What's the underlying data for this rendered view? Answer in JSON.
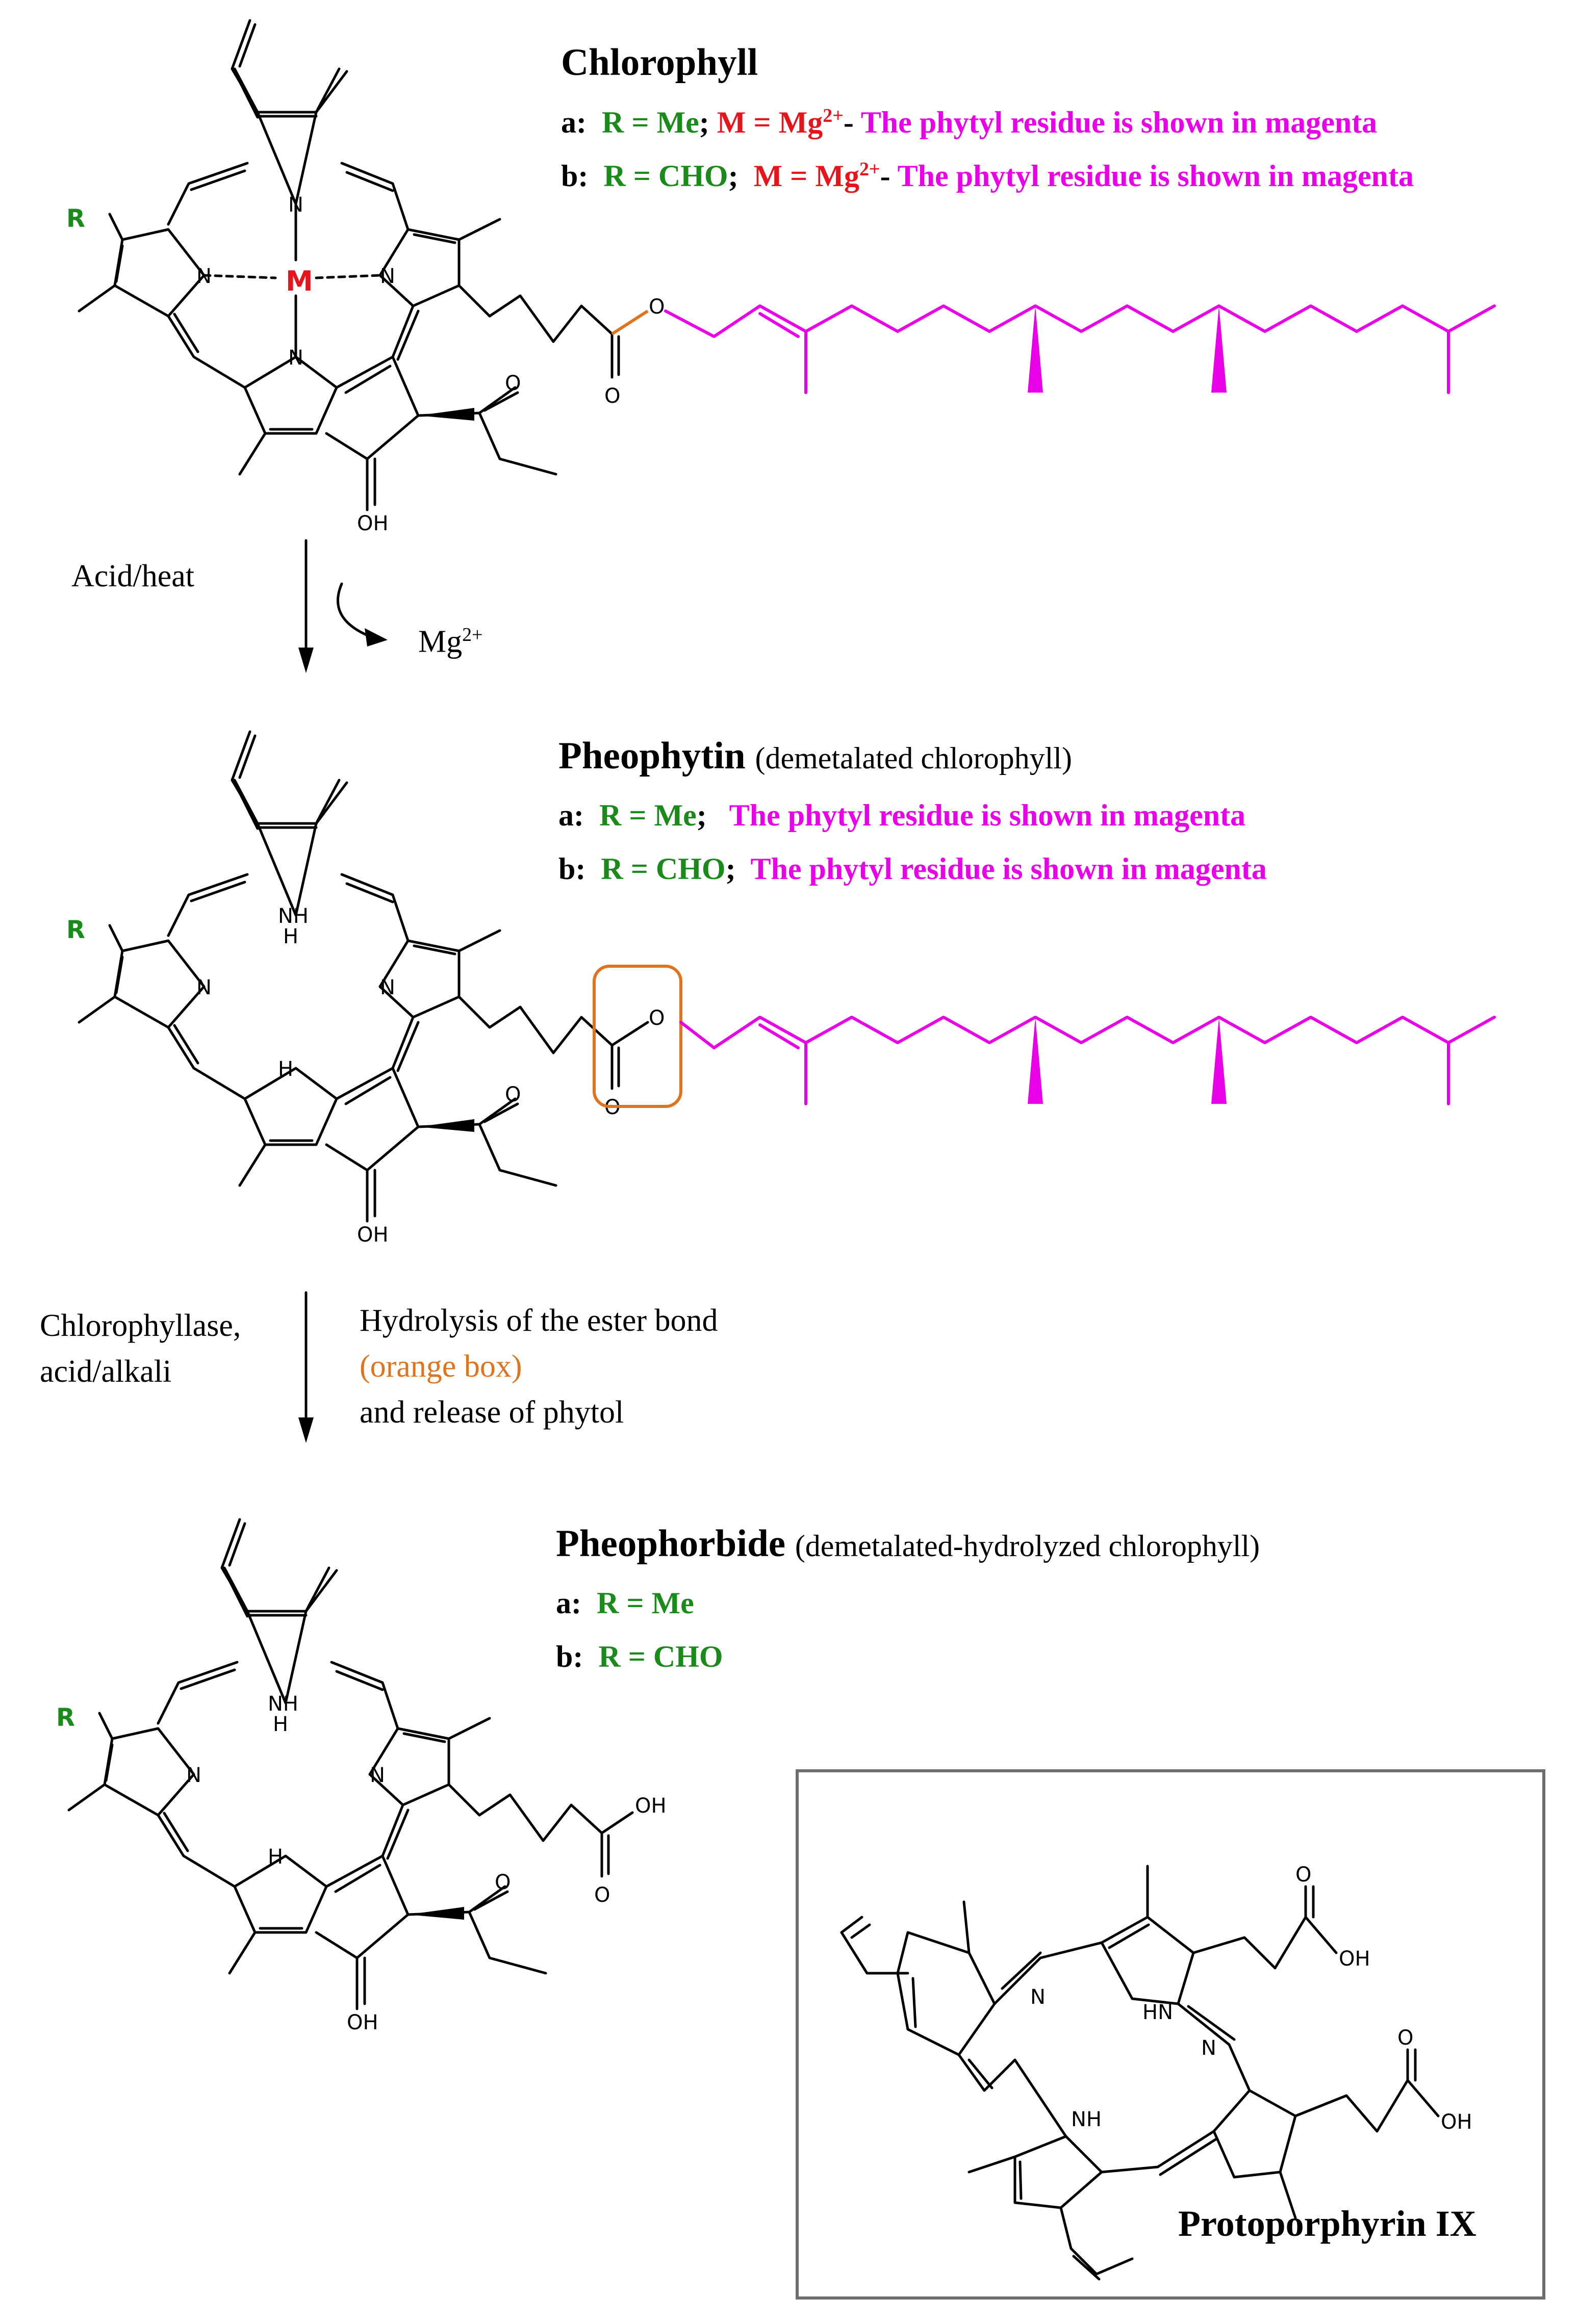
{
  "colors": {
    "green": "#1a8a1a",
    "red": "#e8141b",
    "magenta": "#ea00e8",
    "orange": "#e0731e",
    "box_border": "#6e6e6e"
  },
  "atoms": {
    "C": "C",
    "N": "N",
    "NH": "NH",
    "H": "H",
    "HN": "HN",
    "O": "O",
    "OH": "OH",
    "R": "R",
    "M": "M"
  },
  "chlorophyll": {
    "title": "Chlorophyll",
    "a_label": "a:",
    "a_r": "R = Me",
    "a_sep": ";",
    "a_m": "M = Mg",
    "a_charge": "2+",
    "a_dash": "-",
    "a_note": "The phytyl residue is shown in magenta",
    "b_label": "b:",
    "b_r": "R = CHO",
    "b_sep": ";",
    "b_m": "M = Mg",
    "b_charge": "2+",
    "b_dash": "-",
    "b_note": "The phytyl residue is shown in magenta"
  },
  "step1": {
    "reagent": "Acid/heat",
    "released": "Mg",
    "released_charge": "2+"
  },
  "pheophytin": {
    "title": "Pheophytin",
    "subtitle": "(demetalated chlorophyll)",
    "a_label": "a:",
    "a_r": "R = Me",
    "a_sep": ";",
    "a_note": "The phytyl residue is shown in magenta",
    "b_label": "b:",
    "b_r": "R = CHO",
    "b_sep": ";",
    "b_note": "The phytyl residue is shown in magenta"
  },
  "step2": {
    "reagent_1": "Chlorophyllase,",
    "reagent_2": "acid/alkali",
    "note_1": "Hydrolysis of the ester bond",
    "note_2": "(orange box)",
    "note_3": "and release of phytol"
  },
  "pheophorbide": {
    "title": "Pheophorbide",
    "subtitle": "(demetalated-hydrolyzed chlorophyll)",
    "a_label": "a:",
    "a_r": "R = Me",
    "b_label": "b:",
    "b_r": "R = CHO"
  },
  "protoporphyrin": {
    "title": "Protoporphyrin IX"
  }
}
